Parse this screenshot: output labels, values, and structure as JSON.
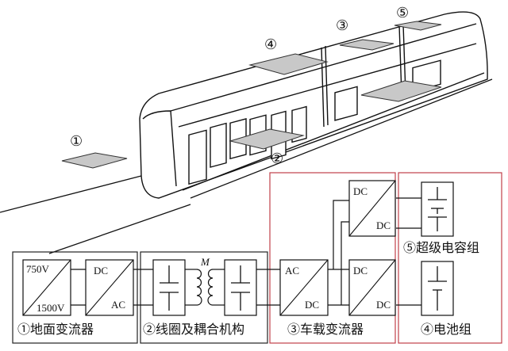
{
  "illustration": {
    "markers": [
      "①",
      "②",
      "③",
      "④",
      "⑤"
    ]
  },
  "blocks": {
    "ground_converter": {
      "label": "①地面变流器",
      "dcdc": {
        "top": "750V",
        "bottom": "1500V"
      },
      "inverter": {
        "top": "DC",
        "bottom": "AC"
      }
    },
    "coupling": {
      "label": "②线圈及耦合机构",
      "mutual": "M"
    },
    "onboard_converter": {
      "label": "③车载变流器",
      "rectifier": {
        "top": "AC",
        "bottom": "DC"
      },
      "dcdc_upper": {
        "top": "DC",
        "bottom": "DC"
      },
      "dcdc_lower": {
        "top": "DC",
        "bottom": "DC"
      }
    },
    "supercap": {
      "label": "⑤超级电容组"
    },
    "battery": {
      "label": "④电池组"
    }
  },
  "colors": {
    "red_frame": "#c0404a",
    "plate": "#c8c8c8",
    "line": "#111111"
  }
}
